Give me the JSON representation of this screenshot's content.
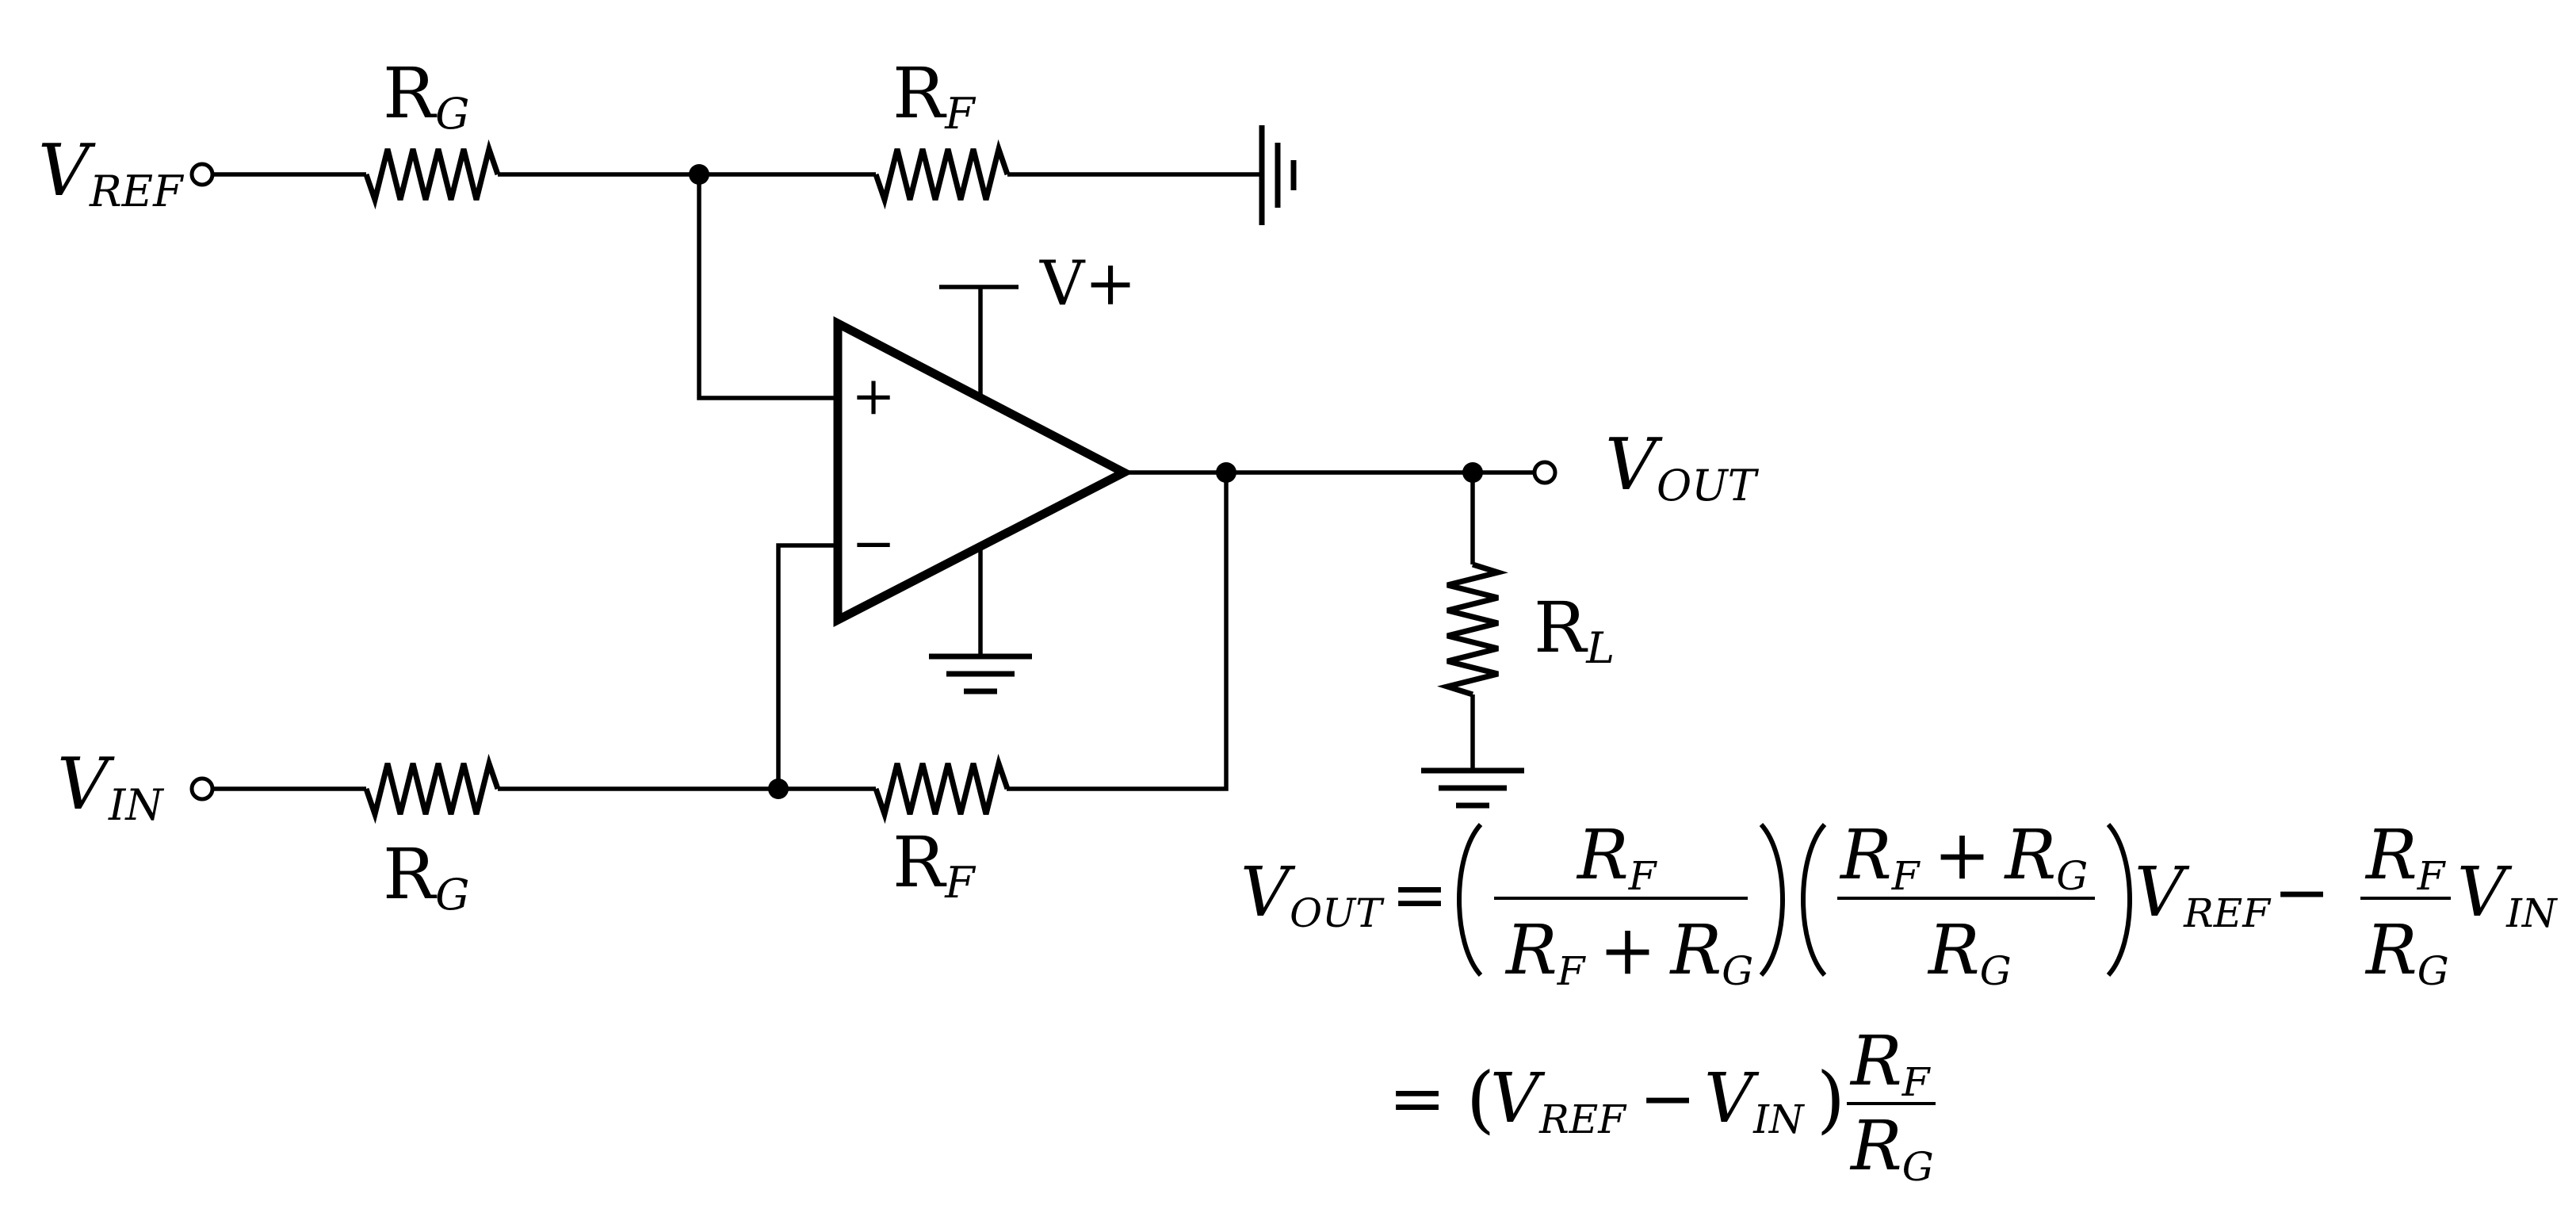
{
  "labels": {
    "v_ref": {
      "main": "V",
      "sub": "REF"
    },
    "v_in": {
      "main": "V",
      "sub": "IN"
    },
    "v_out": {
      "main": "V",
      "sub": "OUT"
    },
    "rg_top": {
      "main": "R",
      "sub": "G"
    },
    "rf_top": {
      "main": "R",
      "sub": "F"
    },
    "rg_bottom": {
      "main": "R",
      "sub": "G"
    },
    "rf_bottom": {
      "main": "R",
      "sub": "F"
    },
    "rl": {
      "main": "R",
      "sub": "L"
    },
    "v_plus": "V+",
    "opamp_plus": "+",
    "opamp_minus": "−"
  },
  "equation": {
    "lhs_main": "V",
    "lhs_sub": "OUT",
    "equals": "=",
    "frac1_num_a": "R",
    "frac1_num_a_sub": "F",
    "frac1_den_a": "R",
    "frac1_den_a_sub": "F",
    "frac1_den_op": "+",
    "frac1_den_b": "R",
    "frac1_den_b_sub": "G",
    "frac2_num_a": "R",
    "frac2_num_a_sub": "F",
    "frac2_num_op": "+",
    "frac2_num_b": "R",
    "frac2_num_b_sub": "G",
    "frac2_den": "R",
    "frac2_den_sub": "G",
    "vref_main": "V",
    "vref_sub": "REF",
    "minus": "−",
    "frac3_num": "R",
    "frac3_num_sub": "F",
    "frac3_den": "R",
    "frac3_den_sub": "G",
    "vin_main": "V",
    "vin_sub": "IN",
    "line2_equals": "=",
    "line2_open": "(",
    "line2_vref_main": "V",
    "line2_vref_sub": "REF",
    "line2_minus": "−",
    "line2_vin_main": "V",
    "line2_vin_sub": "IN",
    "line2_close": ")",
    "line2_frac_num": "R",
    "line2_frac_num_sub": "F",
    "line2_frac_den": "R",
    "line2_frac_den_sub": "G"
  }
}
